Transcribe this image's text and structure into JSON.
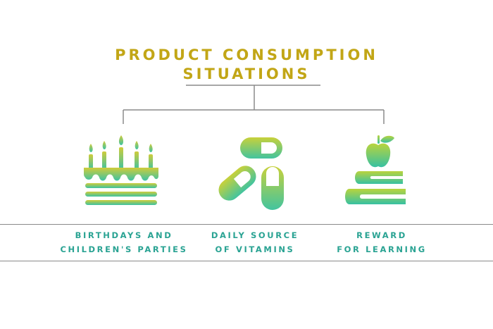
{
  "title": {
    "line1": "PRODUCT CONSUMPTION",
    "line2": "SITUATIONS"
  },
  "colors": {
    "title": "#c2a616",
    "label": "#2aa393",
    "gradient_top": "#c6cf3a",
    "gradient_bottom": "#43c3a0",
    "line": "#8a8a8a"
  },
  "situations": [
    {
      "icon": "birthday-cake-icon",
      "line1": "BIRTHDAYS AND",
      "line2": "CHILDREN'S PARTIES"
    },
    {
      "icon": "vitamin-capsules-icon",
      "line1": "DAILY SOURCE",
      "line2": "OF VITAMINS"
    },
    {
      "icon": "apple-on-books-icon",
      "line1": "REWARD",
      "line2": "FOR LEARNING"
    }
  ]
}
